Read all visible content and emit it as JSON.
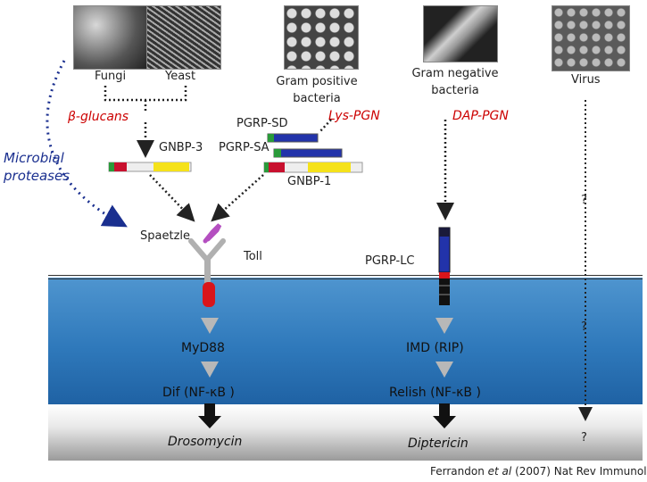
{
  "pathogens": {
    "fungi": "Fungi",
    "yeast": "Yeast",
    "gram_positive": "Gram positive bacteria",
    "gram_negative": "Gram negative bacteria",
    "virus": "Virus"
  },
  "ligands": {
    "beta_glucans": "β-glucans",
    "lys_pgn": "Lys-PGN",
    "dap_pgn": "DAP-PGN",
    "microbial_proteases": "Microbial proteases"
  },
  "receptors": {
    "gnbp3": "GNBP-3",
    "pgrp_sd": "PGRP-SD",
    "pgrp_sa": "PGRP-SA",
    "gnbp1": "GNBP-1",
    "spaetzle": "Spaetzle",
    "toll": "Toll",
    "pgrp_lc": "PGRP-LC"
  },
  "pathway": {
    "myd88": "MyD88",
    "imd": "IMD (RIP)",
    "dif": "Dif (NF-κB )",
    "relish": "Relish (NF-κB )",
    "drosomycin": "Drosomycin",
    "diptericin": "Diptericin",
    "unknown": "?"
  },
  "citation": {
    "authors": "Ferrandon",
    "etal": "et al",
    "rest": "(2007) Nat Rev Immunol"
  },
  "colors": {
    "membrane_blue": "#2f79bb",
    "ligand_red": "#cc0000",
    "arrow_blue": "#1a2f8f",
    "receptor_red": "#d9151b",
    "spaetzle_violet": "#b44fc0"
  }
}
